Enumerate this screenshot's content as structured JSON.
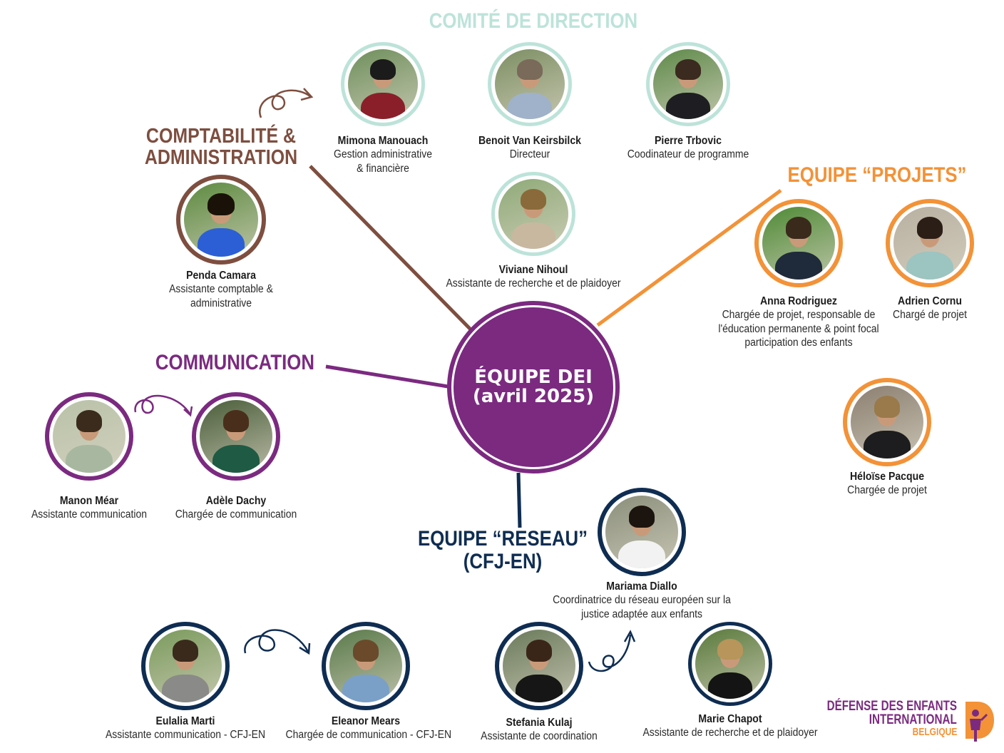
{
  "center": {
    "line1": "ÉQUIPE DEI",
    "line2": "(avril 2025)"
  },
  "headings": {
    "comite": "COMITÉ DE DIRECTION",
    "compta_line1": "COMPTABILITÉ &",
    "compta_line2": "ADMINISTRATION",
    "projets": "EQUIPE “PROJETS”",
    "communication": "COMMUNICATION",
    "reseau_line1": "EQUIPE “RESEAU”",
    "reseau_line2": "(CFJ-EN)"
  },
  "colors": {
    "comite": "#bde3d9",
    "compta": "#7e4e3f",
    "projets": "#f39237",
    "communication": "#7b2a80",
    "reseau": "#0f2d52",
    "center": "#7b2a80"
  },
  "people": [
    {
      "name": "Mimona Manouach",
      "role_lines": [
        "Gestion administrative",
        "& financière"
      ],
      "team": "comite"
    },
    {
      "name": "Benoit Van Keirsbilck",
      "role_lines": [
        "Directeur"
      ],
      "team": "comite"
    },
    {
      "name": "Pierre Trbovic",
      "role_lines": [
        "Coodinateur de programme"
      ],
      "team": "comite"
    },
    {
      "name": "Viviane Nihoul",
      "role_lines": [
        "Assistante de recherche et de plaidoyer"
      ],
      "team": "comite"
    },
    {
      "name": "Penda Camara",
      "role_lines": [
        "Assistante comptable &",
        "administrative"
      ],
      "team": "compta"
    },
    {
      "name": "Anna Rodriguez",
      "role_lines": [
        "Chargée de projet, responsable de",
        "l'éducation permanente & point focal",
        "participation des enfants"
      ],
      "team": "projets"
    },
    {
      "name": "Adrien Cornu",
      "role_lines": [
        "Chargé de projet"
      ],
      "team": "projets"
    },
    {
      "name": "Héloïse Pacque",
      "role_lines": [
        "Chargée de projet"
      ],
      "team": "projets"
    },
    {
      "name": "Manon Méar",
      "role_lines": [
        "Assistante communication"
      ],
      "team": "communication"
    },
    {
      "name": "Adèle Dachy",
      "role_lines": [
        "Chargée de communication"
      ],
      "team": "communication"
    },
    {
      "name": "Mariama Diallo",
      "role_lines": [
        "Coordinatrice du réseau européen sur la",
        "justice adaptée aux enfants"
      ],
      "team": "reseau"
    },
    {
      "name": "Eulalia Marti",
      "role_lines": [
        "Assistante communication - CFJ-EN"
      ],
      "team": "reseau"
    },
    {
      "name": "Eleanor Mears",
      "role_lines": [
        "Chargée de communication - CFJ-EN"
      ],
      "team": "reseau"
    },
    {
      "name": "Stefania Kulaj",
      "role_lines": [
        "Assistante de coordination"
      ],
      "team": "reseau"
    },
    {
      "name": "Marie Chapot",
      "role_lines": [
        "Assistante de recherche et de plaidoyer"
      ],
      "team": "reseau"
    }
  ],
  "logo": {
    "line1": "DÉFENSE DES ENFANTS",
    "line2": "INTERNATIONAL",
    "line3": "BELGIQUE"
  }
}
